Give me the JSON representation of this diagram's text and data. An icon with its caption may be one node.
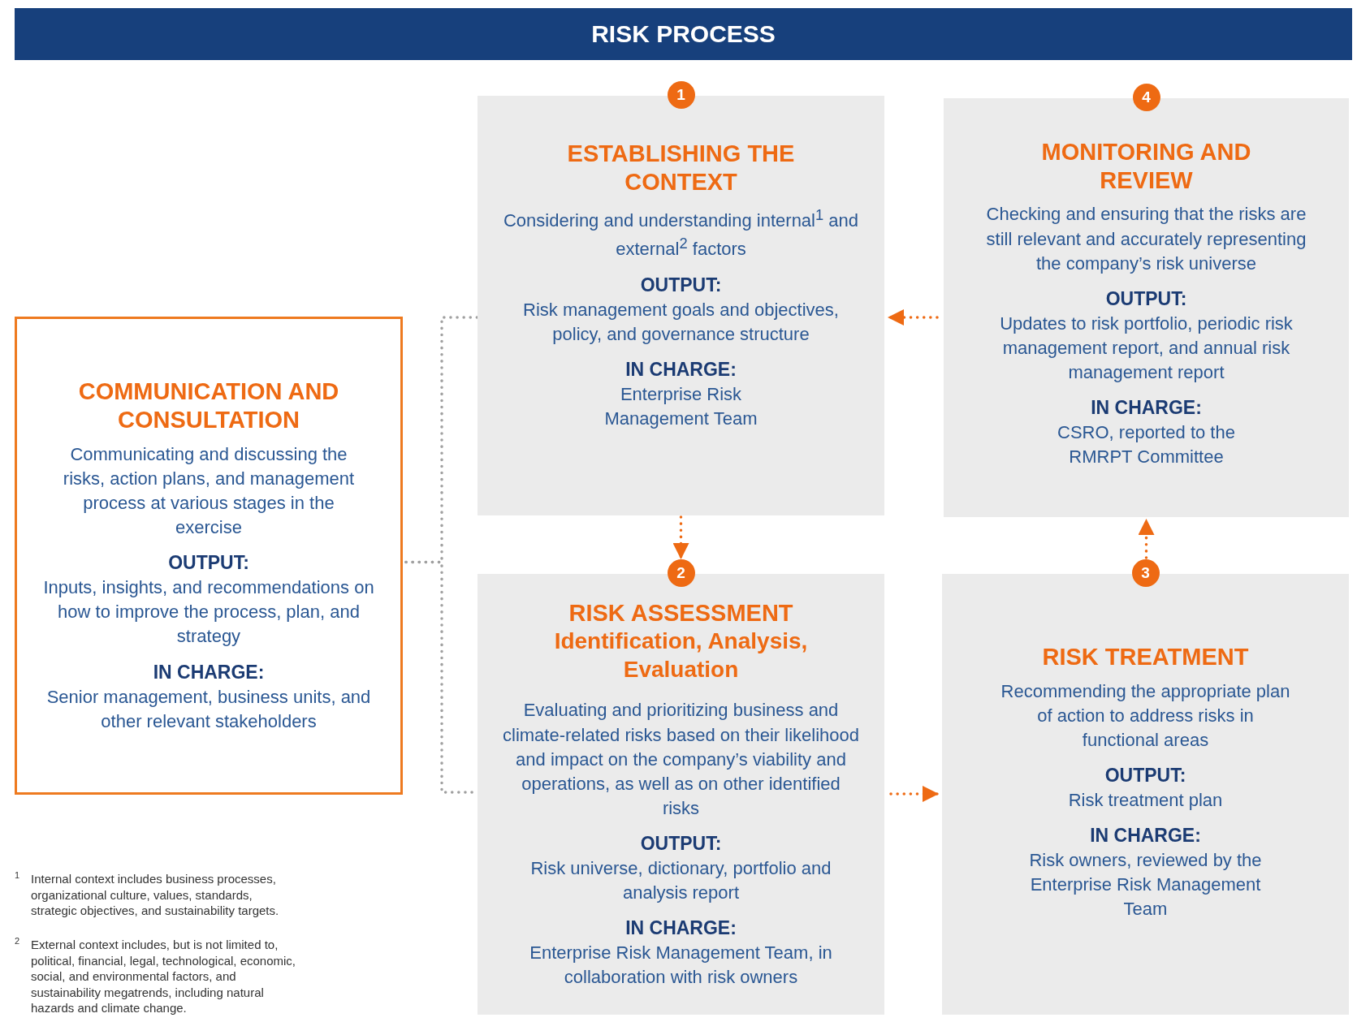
{
  "diagram": {
    "title": "RISK PROCESS",
    "nodes": [
      {
        "text": [
          "COMMUNICATION AND CONSULTATION",
          "Communicating and discussing the risks, action plans, and management process at various stages in the exercise",
          "OUTPUT:",
          "Inputs, insights, and recommendations on how to improve the process, plan, and strategy",
          "IN CHARGE:",
          "Senior management, business units, and other relevant stakeholders"
        ]
      },
      {
        "text": [
          "1",
          "ESTABLISHING THE CONTEXT",
          "Considering and understanding internal$^{1}$ and external$^{2}$ factors",
          "OUTPUT:",
          "Risk management goals and objectives, policy, and governance structure",
          "IN CHARGE:",
          "Enterprise Risk Management Team"
        ]
      },
      {
        "text": [
          "4",
          "MONITORING AND REVIEW",
          "Checking and ensuring that the risks are still relevant and accurately representing the company’s risk universe",
          "OUTPUT:",
          "Updates to risk portfolio, periodic risk management report, and annual risk management report",
          "IN CHARGE:",
          "CSRO, reported to the RMRPT Committee"
        ]
      },
      {
        "text": [
          "2",
          "RISK ASSESSMENT",
          "Identification, Analysis, Evaluation",
          "Evaluating and prioritizing business and climate-related risks based on their likelihood and impact on the company’s viability and operations, as well as on other identified risks",
          "OUTPUT:",
          "Risk universe, dictionary, portfolio and analysis report",
          "IN CHARGE:",
          "Enterprise Risk Management Team, in collaboration with risk owners"
        ]
      },
      {
        "text": [
          "3",
          "RISK TREATMENT",
          "Recommending the appropriate plan of action to address risks in functional areas",
          "OUTPUT:",
          "Risk treatment plan",
          "IN CHARGE:",
          "Risk owners, reviewed by the Enterprise Risk Management Team"
        ]
      }
    ],
    "edges": [
      {
        "from": 1,
        "to": 3,
        "arrow": "to",
        "style": "dashed"
      },
      {
        "from": 3,
        "to": 4,
        "arrow": "to",
        "style": "dashed"
      },
      {
        "from": 4,
        "to": 2,
        "arrow": "to",
        "style": "dashed"
      },
      {
        "from": 2,
        "to": 1,
        "arrow": "to",
        "style": "dashed"
      },
      {
        "from": 0,
        "to": 1,
        "arrow": "none",
        "style": "dashed",
        "color": "#a0a0a0"
      },
      {
        "from": 0,
        "to": 3,
        "arrow": "none",
        "style": "dashed",
        "color": "#a0a0a0"
      }
    ],
    "labels": [
      "1",
      "Internal context includes business processes, organizational culture, values, standards, strategic objectives, and sustainability targets.",
      "2",
      "External context includes, but is not limited to, political, financial, legal, technological, economic, social, and environmental factors, and sustainability megatrends, including natural hazards and climate change."
    ]
  }
}
